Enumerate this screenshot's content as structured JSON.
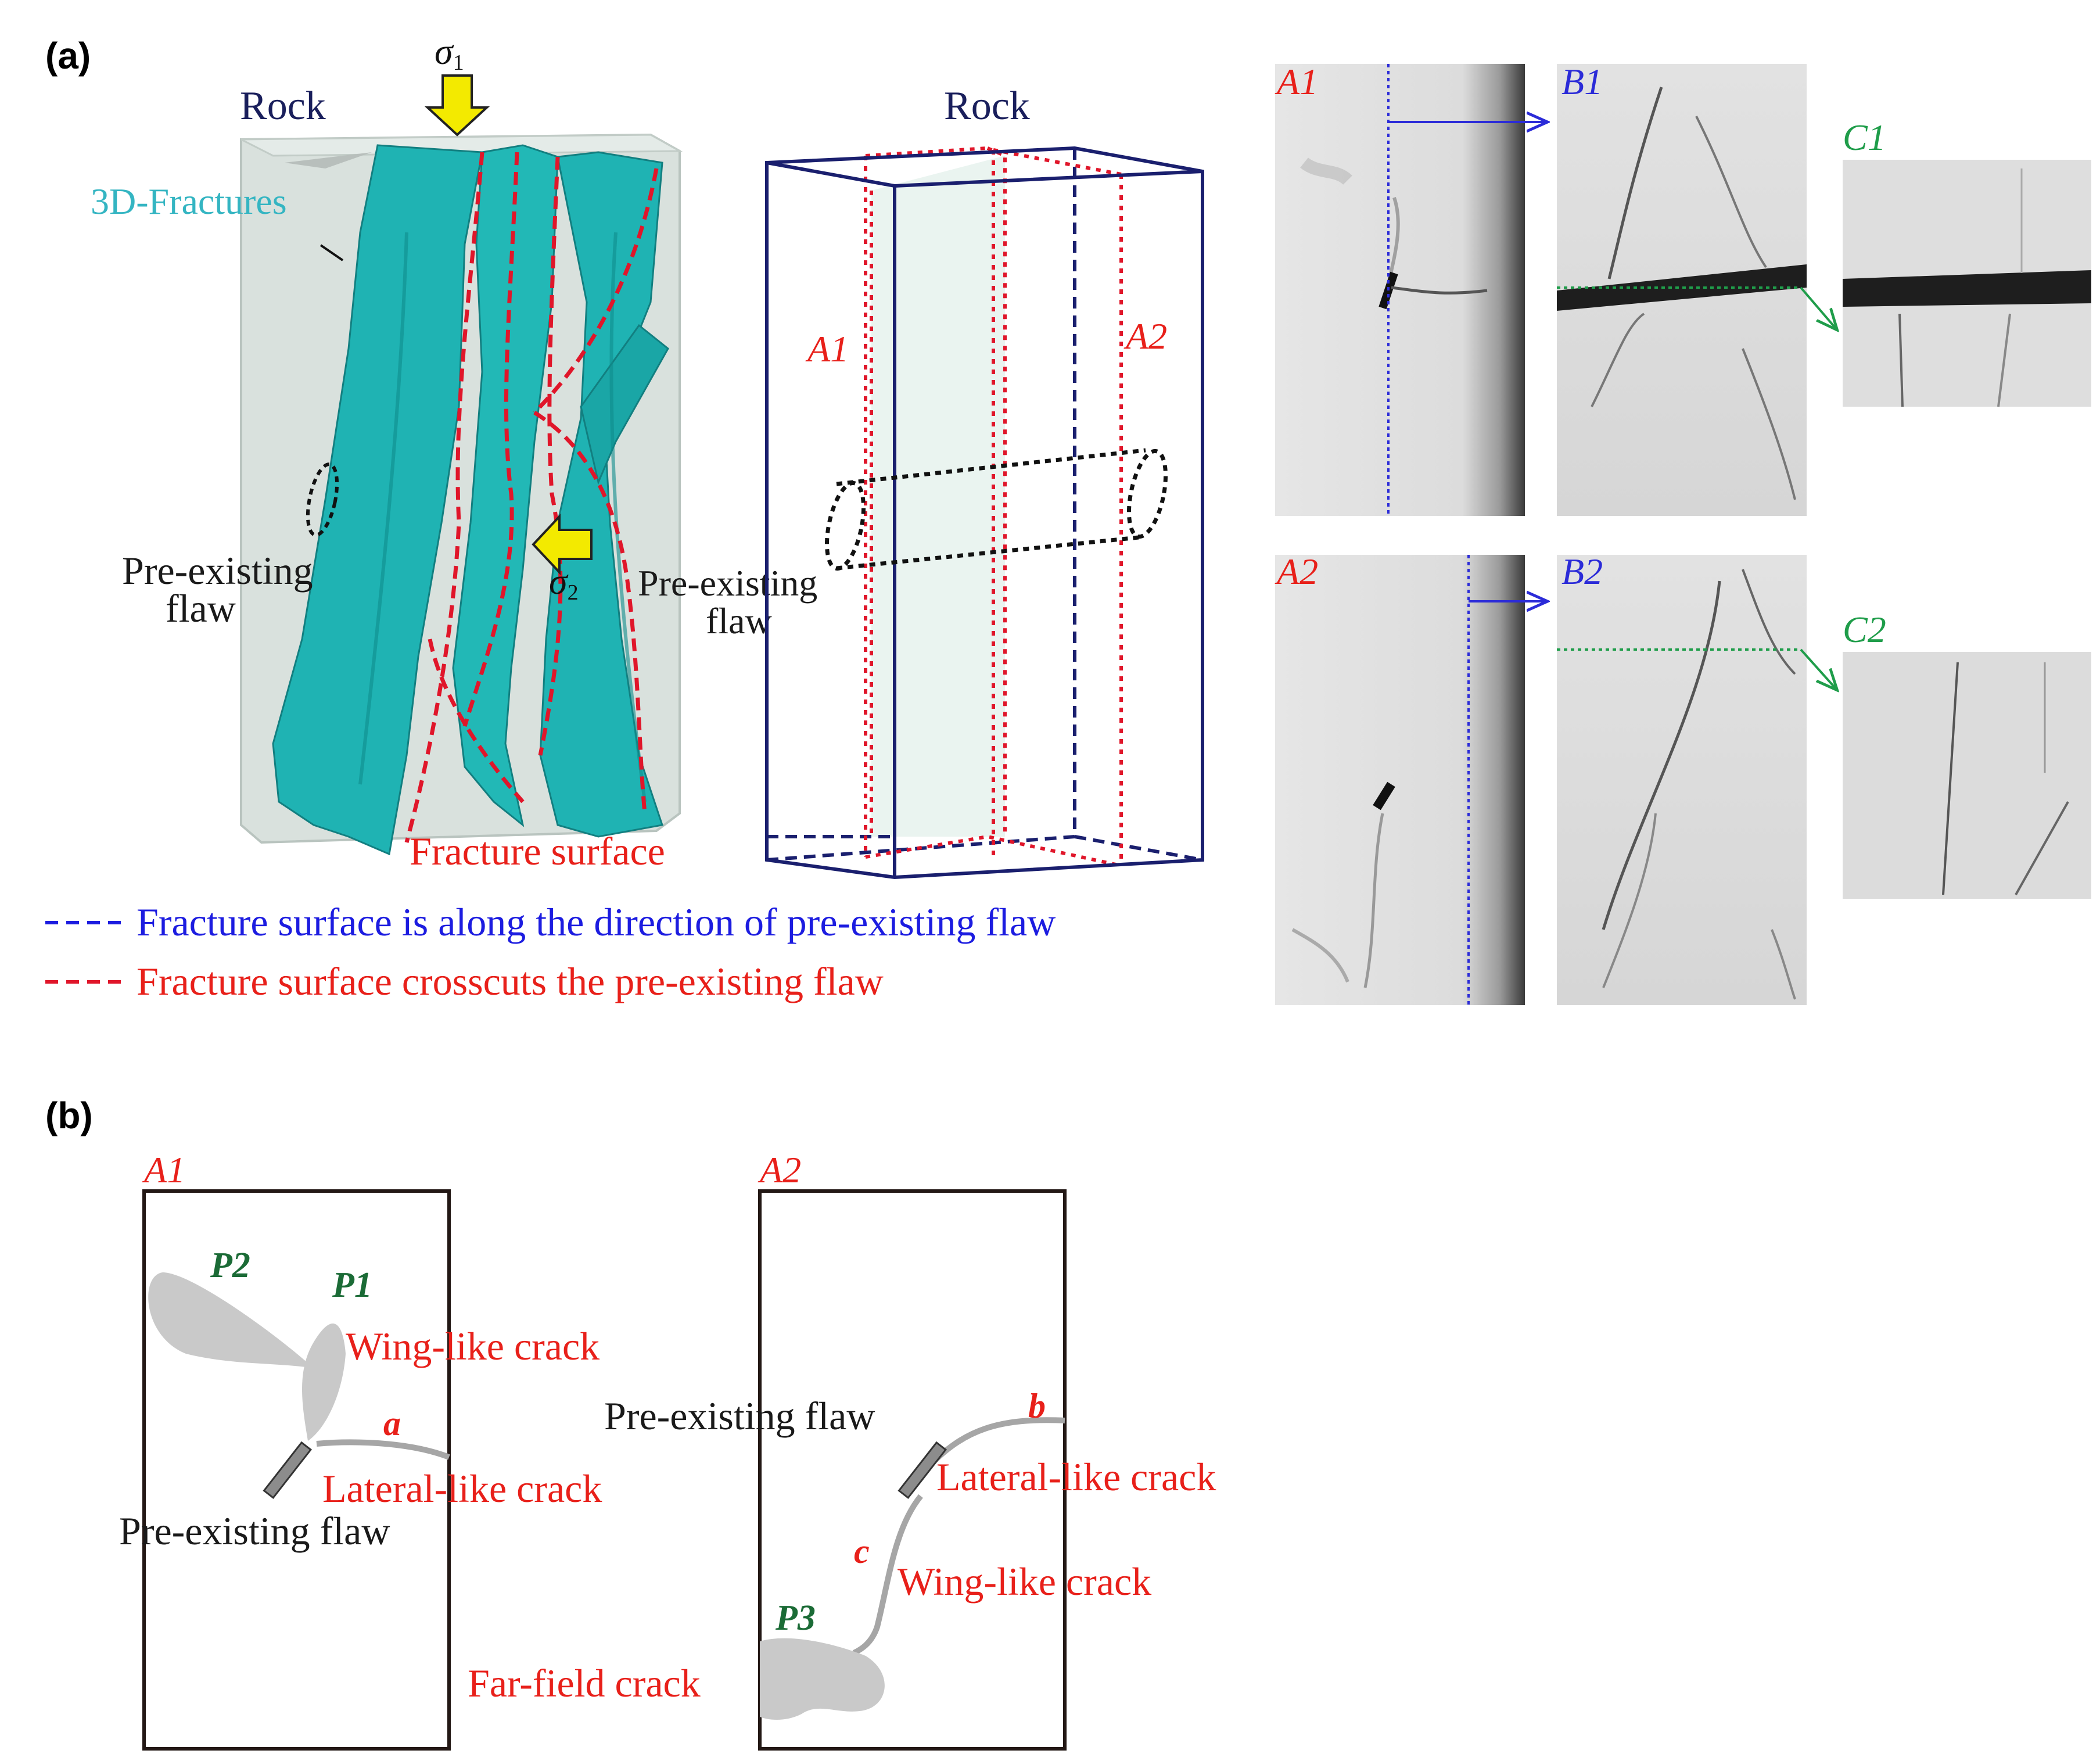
{
  "panels": {
    "a": {
      "label": "(a)",
      "model3d": {
        "rock_label": "Rock",
        "fractures_label": "3D-Fractures",
        "sigma1": "σ",
        "sigma1_sub": "1",
        "sigma2": "σ",
        "sigma2_sub": "2",
        "flaw_label_line1": "Pre-existing",
        "flaw_label_line2": "flaw",
        "flaw_label2_line1": "Pre-existing",
        "flaw_label2_line2": "flaw",
        "fracture_surface_label": "Fracture surface"
      },
      "schematic": {
        "rock_label": "Rock",
        "plane_a1": "A1",
        "plane_a2": "A2"
      },
      "legend": [
        {
          "text": "Fracture surface is along the direction of pre-existing flaw",
          "color": "#1c1ce0"
        },
        {
          "text": "Fracture surface crosscuts the pre-existing flaw",
          "color": "#e8201a"
        }
      ],
      "ct_images": {
        "a1": "A1",
        "b1": "B1",
        "c1": "C1",
        "a2": "A2",
        "b2": "B2",
        "c2": "C2"
      }
    },
    "b": {
      "label": "(b)",
      "left": {
        "title": "A1",
        "p2": "P2",
        "p1": "P1",
        "wing": "Wing-like crack",
        "a": "a",
        "lateral": "Lateral-like crack",
        "flaw": "Pre-existing flaw"
      },
      "right": {
        "title": "A2",
        "flaw": "Pre-existing flaw",
        "b": "b",
        "lateral": "Lateral-like crack",
        "c": "c",
        "wing": "Wing-like crack",
        "p3": "P3",
        "far_field": "Far-field crack"
      }
    }
  },
  "colors": {
    "fracture_cyan": "#1fb3b3",
    "rock_gray": "#d7dedb",
    "red_dash": "#e0162a",
    "blue_dash": "#1c1ce0",
    "navy": "#1a1f6e",
    "green": "#1f9d4a",
    "crack_gray": "#bfbfbf"
  }
}
